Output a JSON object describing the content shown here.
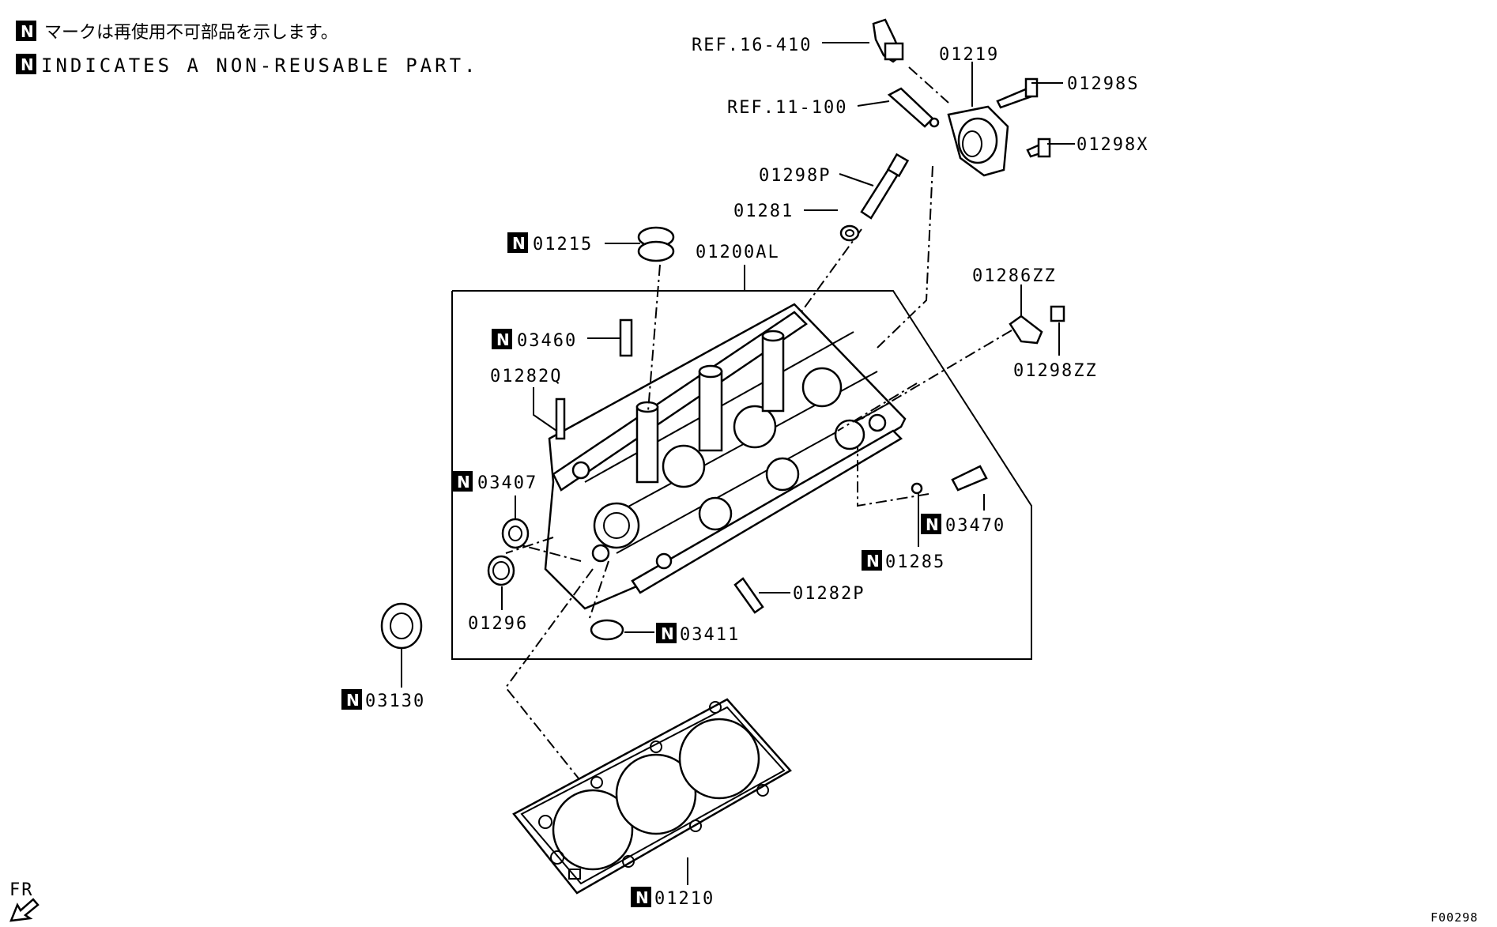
{
  "legend": {
    "symbol": "N",
    "line_jp": "マークは再使用不可部品を示します。",
    "line_en": "INDICATES A NON-REUSABLE PART."
  },
  "labels": {
    "ref_16_410": "REF.16-410",
    "ref_11_100": "REF.11-100",
    "p01219": "01219",
    "p01298S": "01298S",
    "p01298X": "01298X",
    "p01298P": "01298P",
    "p01281": "01281",
    "p01215": "01215",
    "p01200AL": "01200AL",
    "p01286ZZ": "01286ZZ",
    "p01298ZZ": "01298ZZ",
    "p03460": "03460",
    "p01282Q": "01282Q",
    "p03407": "03407",
    "p03470": "03470",
    "p01285": "01285",
    "p01296": "01296",
    "p01282P": "01282P",
    "p03411": "03411",
    "p03130": "03130",
    "p01210": "01210"
  },
  "direction": "FR",
  "figure_code": "F00298"
}
